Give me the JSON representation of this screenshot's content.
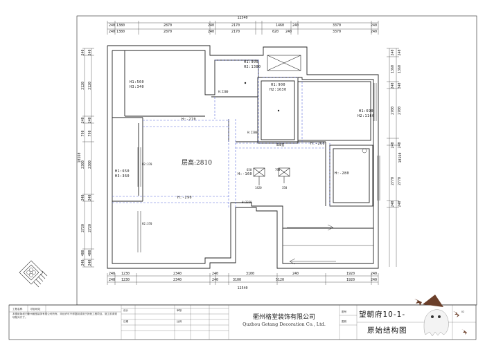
{
  "dimensions": {
    "top_total": "12540",
    "top_row1": [
      "240",
      "1380",
      "2870",
      "240",
      "2170",
      "1460",
      "240",
      "3370",
      "240"
    ],
    "top_row2": [
      "240",
      "1380",
      "2870",
      "240",
      "2170",
      "620",
      "240",
      "3370",
      "240"
    ],
    "bottom_total": "12540",
    "bottom_row1": [
      "240",
      "1230",
      "2340",
      "240",
      "3100",
      "240",
      "1920",
      "240"
    ],
    "bottom_row2": [
      "240",
      "1230",
      "2340",
      "240",
      "3100",
      "5120",
      "1920",
      "240"
    ],
    "left_total": "10160",
    "left_row1": [
      "240",
      "3120",
      "240",
      "790",
      "2300",
      "240",
      "2720",
      "400",
      "240"
    ],
    "left_row2": [
      "240",
      "3120",
      "240",
      "790",
      "2300",
      "240",
      "2720",
      "400",
      "240"
    ],
    "right_total": "10160",
    "right_row1": [
      "240",
      "1360",
      "240",
      "2700",
      "240",
      "2770",
      "240"
    ],
    "right_row2": [
      "240",
      "1360",
      "240",
      "2700",
      "240",
      "2770",
      "240"
    ]
  },
  "rooms": [
    {
      "h1": "H1:560",
      "h2": "H3:340"
    },
    {
      "h1": "H1:900",
      "h2": "H2:1380"
    },
    {
      "h1": "H1:900",
      "h2": "H2:1630"
    },
    {
      "h1": "H1:690",
      "h2": "H2:1160"
    },
    {
      "h1": "H1:650",
      "h2": "H3:360"
    }
  ],
  "beams": {
    "b1": "H:-270",
    "b2": "H:-260",
    "b3": "H:-160",
    "b4": "H:-280",
    "b5": "H:-290"
  },
  "floor_height": "层高:2810",
  "small_labels": {
    "win_a": "H:2200",
    "win_b": "H:2200",
    "win_c": "H:2220",
    "win_d": "H2:370",
    "win_e": "H2:370",
    "door_a": "800宽",
    "pipe_a": "650",
    "pipe_b": "1420",
    "pipe_c": "790",
    "pipe_d": "350"
  },
  "title_block": {
    "company_cn": "衢州格堂装饰有限公司",
    "company_en": "Quzhou Getang Decoration Co., Ltd.",
    "project_title": "望朝府10-1-",
    "drawing_title": "原始结构图",
    "note": "本图纸版权归衢州格堂装饰有限公司所有，未经许可不得复制或用于其他工程项目。施工前请现场核对尺寸。",
    "cells": [
      "工程名称",
      "项目地址",
      "设计",
      "审核",
      "日期",
      "比例",
      "图号",
      "图别"
    ],
    "page_number": "02"
  }
}
